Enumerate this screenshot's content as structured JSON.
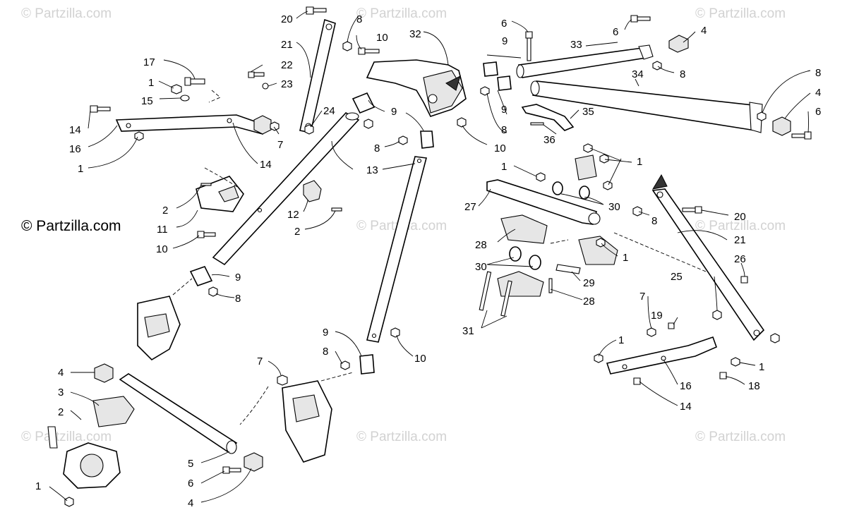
{
  "watermarks": {
    "main": "© Partzilla.com",
    "faint": "© Partzilla.com"
  },
  "callouts": {
    "c20a": "20",
    "c8a": "8",
    "c10a": "10",
    "c32": "32",
    "c6a": "6",
    "c9a": "9",
    "c33": "33",
    "c6b": "6",
    "c4a": "4",
    "c8b": "8",
    "c34": "34",
    "c8c": "8",
    "c4b": "4",
    "c6c": "6",
    "c21a": "21",
    "c22": "22",
    "c23": "23",
    "c17": "17",
    "c1a": "1",
    "c15": "15",
    "c24": "24",
    "c9b": "9",
    "c9c": "9",
    "c8d": "8",
    "c35": "35",
    "c14a": "14",
    "c16a": "16",
    "c7a": "7",
    "c1b": "1",
    "c14b": "14",
    "c8e": "8",
    "c10b": "10",
    "c36": "36",
    "c13": "13",
    "c1c": "1",
    "c1d": "1",
    "c27": "27",
    "c30a": "30",
    "c2a": "2",
    "c11": "11",
    "c12": "12",
    "c8f": "8",
    "c20b": "20",
    "c2b": "2",
    "c10c": "10",
    "c28a": "28",
    "c1e": "1",
    "c21b": "21",
    "c30b": "30",
    "c26": "26",
    "c9d": "9",
    "c8g": "8",
    "c29": "29",
    "c25": "25",
    "c28b": "28",
    "c7b": "7",
    "c31": "31",
    "c19": "19",
    "c9e": "9",
    "c8h": "8",
    "c10d": "10",
    "c1f": "1",
    "c1g": "1",
    "c7c": "7",
    "c4c": "4",
    "c16b": "16",
    "c18": "18",
    "c3": "3",
    "c14c": "14",
    "c2c": "2",
    "c5": "5",
    "c6d": "6",
    "c1h": "1",
    "c4d": "4"
  }
}
